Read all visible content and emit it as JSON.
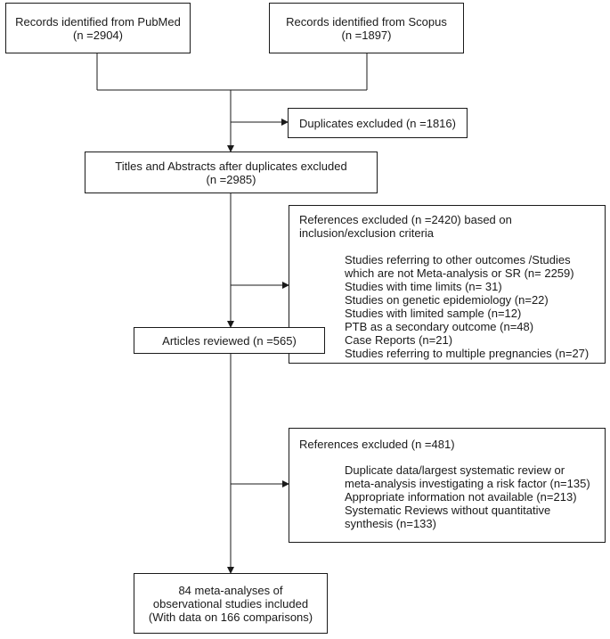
{
  "boxes": {
    "pubmed": {
      "line1": "Records identified from PubMed",
      "line2": "(n =2904)"
    },
    "scopus": {
      "line1": "Records identified from Scopus",
      "line2": "(n =1897)"
    },
    "duplicates": {
      "line1": "Duplicates excluded (n =1816)"
    },
    "titles": {
      "line1": "Titles and Abstracts after duplicates excluded",
      "line2": "(n =2985)"
    },
    "refs1": {
      "header1": "References excluded (n =2420) based on",
      "header2": "inclusion/exclusion criteria",
      "items": [
        "Studies referring to other outcomes /Studies",
        "which are not Meta-analysis or SR (n= 2259)",
        "Studies with time limits (n= 31)",
        "Studies on genetic epidemiology (n=22)",
        "Studies with limited sample (n=12)",
        "PTB as a secondary outcome (n=48)",
        "Case Reports (n=21)",
        "Studies referring to multiple pregnancies (n=27)"
      ]
    },
    "articles": {
      "line1": "Articles reviewed (n =565)"
    },
    "refs2": {
      "header1": "References excluded (n =481)",
      "items": [
        "Duplicate data/largest systematic review or",
        "meta-analysis investigating a risk factor (n=135)",
        "Appropriate information not available (n=213)",
        "Systematic Reviews without quantitative",
        "synthesis (n=133)"
      ]
    },
    "final": {
      "line1": "84 meta-analyses of",
      "line2": "observational studies included",
      "line3": "(With data on 166 comparisons)"
    }
  }
}
